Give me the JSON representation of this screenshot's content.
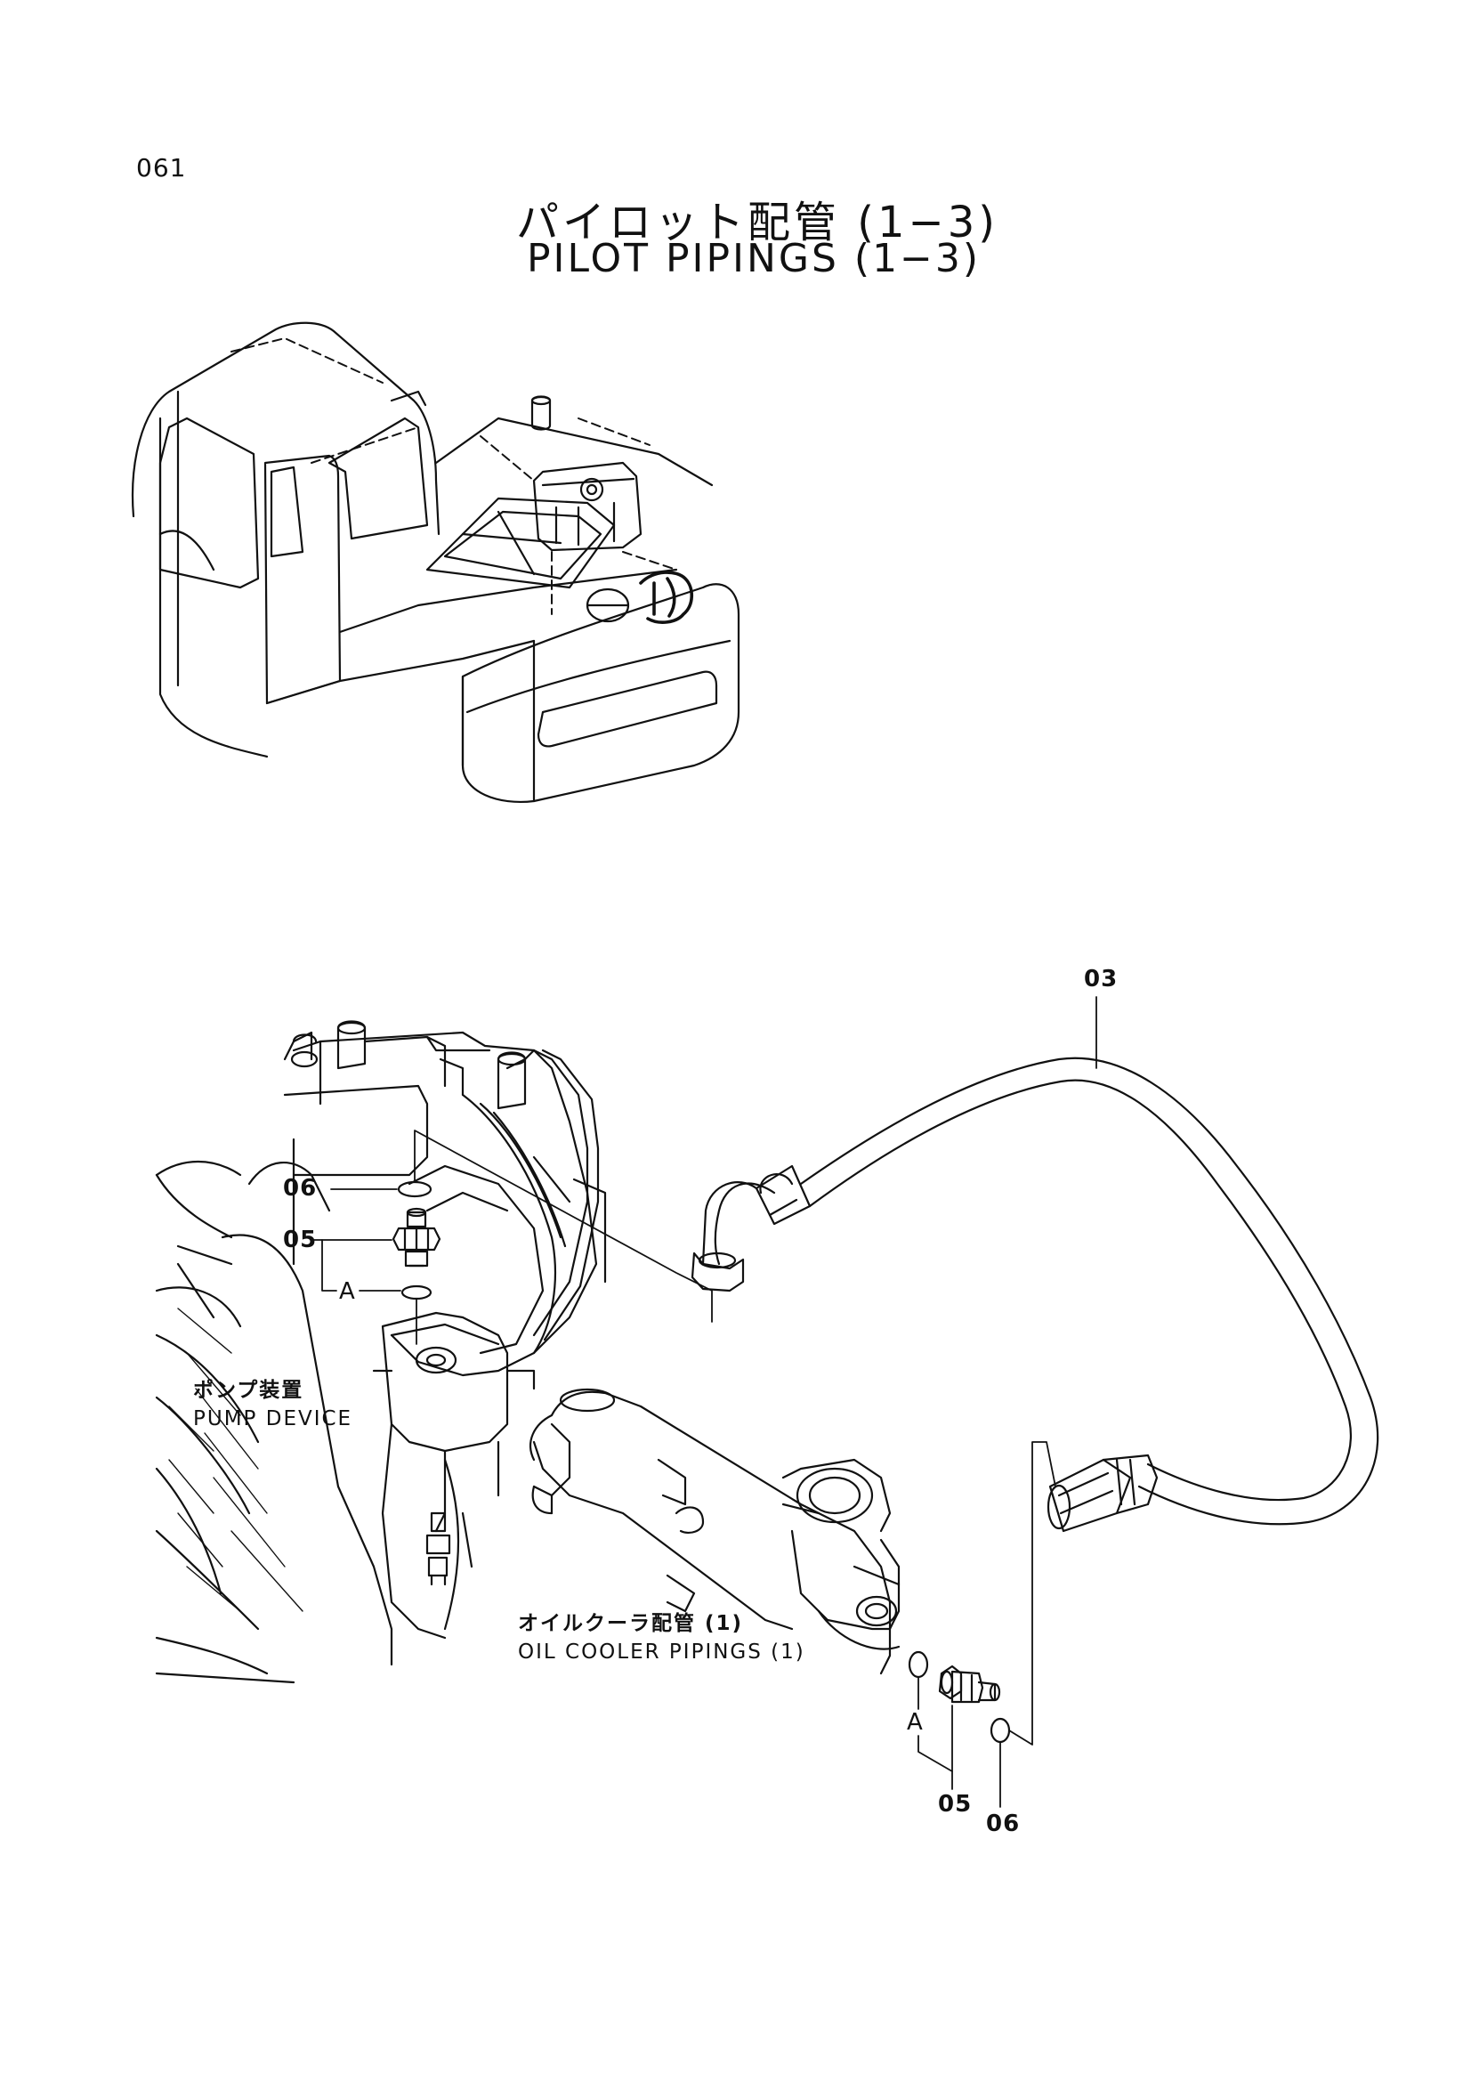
{
  "page": {
    "number": "061"
  },
  "title": {
    "japanese": "パイロット配管 (1−3)",
    "english": "PILOT PIPINGS (1−3)"
  },
  "part_labels": {
    "hose_top": "03",
    "oring_left": "06",
    "fitting_left": "05",
    "port_left": "A",
    "port_right": "A",
    "fitting_right": "05",
    "oring_right": "06"
  },
  "captions": {
    "pump_jp": "ポンプ装置",
    "pump_en": "PUMP DEVICE",
    "cooler_jp": "オイルクーラ配管 (1)",
    "cooler_en": "OIL COOLER PIPINGS (1)"
  }
}
